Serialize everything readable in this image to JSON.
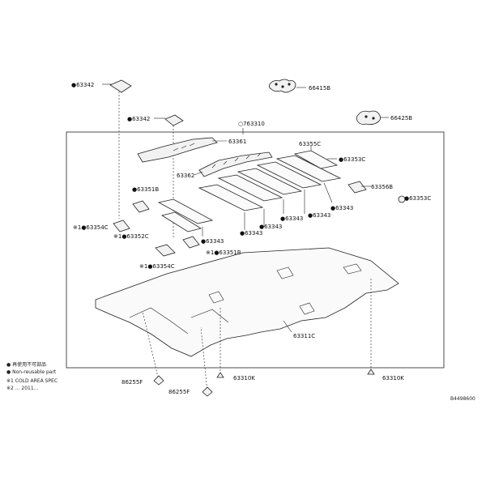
{
  "callouts": {
    "c63342a": "●63342",
    "c66415b": "66415B",
    "c66425b": "66425B",
    "c63342b": "●63342",
    "c63310": "○763310",
    "c63361": "63361",
    "c63355c": "63355C",
    "c63353c_a": "●63353C",
    "c63362": "63362",
    "c63356b": "63356B",
    "c63353c_b": "●63353C",
    "c63351b_a": "●63351B",
    "c63343_a": "●63343",
    "c63343_b": "●63343",
    "c63343_c": "●63343",
    "c63343_d": "●63343",
    "c63343_e": "●63343",
    "c63343_f": "●63343",
    "c63354c_a": "※1●63354C",
    "c63352c": "※1●63352C",
    "c63351b_b": "※1●63351B",
    "c63354c_b": "※1●63354C",
    "c63311c": "63311C",
    "c86255f_a": "86255F",
    "c86255f_b": "86255F",
    "c63310k_a": "63310K",
    "c63310k_b": "63310K"
  },
  "legend": {
    "line1": "● 再使用不可部品",
    "line2": "● Non-reusable part",
    "line3": "※1 COLD AREA SPEC",
    "line4": "※2 ...       2011..."
  },
  "figure_id": "B4498600"
}
